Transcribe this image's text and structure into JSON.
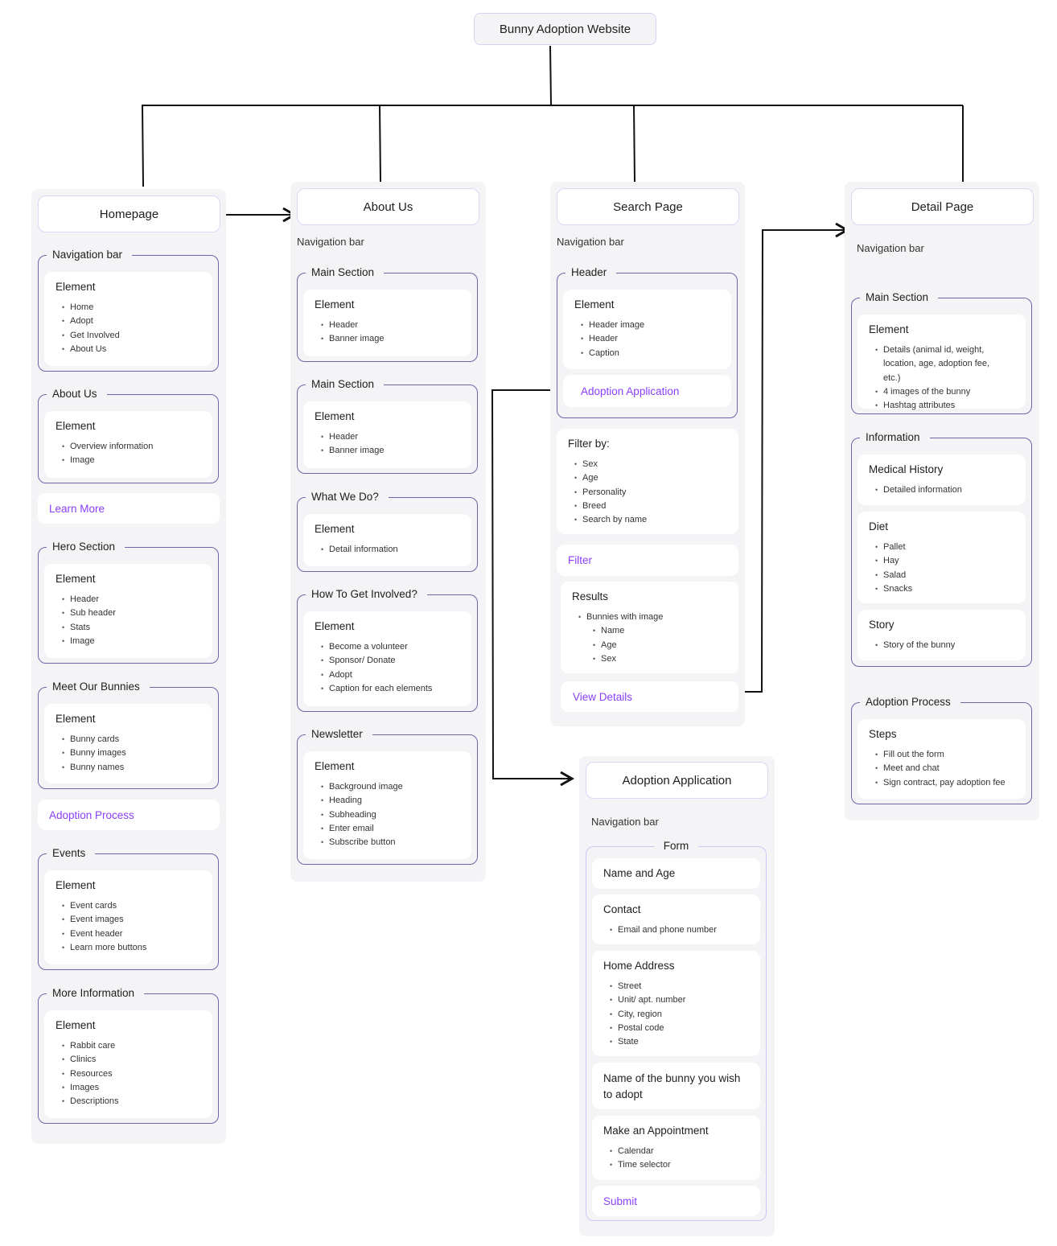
{
  "root": {
    "title": "Bunny Adoption Website"
  },
  "homepage": {
    "title": "Homepage",
    "sections": [
      {
        "label": "Navigation bar",
        "heading": "Element",
        "items": [
          "Home",
          "Adopt",
          "Get Involved",
          "About Us"
        ]
      },
      {
        "label": "About Us",
        "heading": "Element",
        "items": [
          "Overview information",
          "Image"
        ]
      },
      {
        "label": "Hero Section",
        "heading": "Element",
        "items": [
          "Header",
          "Sub header",
          "Stats",
          "Image"
        ]
      },
      {
        "label": "Meet Our Bunnies",
        "heading": "Element",
        "items": [
          "Bunny cards",
          "Bunny images",
          "Bunny names"
        ]
      },
      {
        "label": "Events",
        "heading": "Element",
        "items": [
          "Event cards",
          "Event images",
          "Event header",
          "Learn more buttons"
        ]
      },
      {
        "label": "More Information",
        "heading": "Element",
        "items": [
          "Rabbit care",
          "Clinics",
          "Resources",
          "Images",
          "Descriptions"
        ]
      }
    ],
    "links": {
      "learn_more": "Learn More",
      "adoption_process": "Adoption Process"
    }
  },
  "about": {
    "title": "About Us",
    "nav": "Navigation bar",
    "sections": [
      {
        "label": "Main Section",
        "heading": "Element",
        "items": [
          "Header",
          "Banner image"
        ]
      },
      {
        "label": "Main Section",
        "heading": "Element",
        "items": [
          "Header",
          "Banner image"
        ]
      },
      {
        "label": "What We Do?",
        "heading": "Element",
        "items": [
          "Detail information"
        ]
      },
      {
        "label": "How To Get Involved?",
        "heading": "Element",
        "items": [
          "Become a volunteer",
          "Sponsor/ Donate",
          "Adopt",
          "Caption for each elements"
        ]
      },
      {
        "label": "Newsletter",
        "heading": "Element",
        "items": [
          "Background image",
          "Heading",
          "Subheading",
          "Enter email",
          "Subscribe button"
        ]
      }
    ]
  },
  "search": {
    "title": "Search Page",
    "nav": "Navigation bar",
    "header": {
      "label": "Header",
      "heading": "Element",
      "items": [
        "Header image",
        "Header",
        "Caption"
      ],
      "link": "Adoption Application"
    },
    "filter": {
      "heading": "Filter by:",
      "items": [
        "Sex",
        "Age",
        "Personality",
        "Breed",
        "Search by name"
      ],
      "link": "Filter"
    },
    "results": {
      "heading": "Results",
      "items": [
        "Bunnies with image"
      ],
      "subitems": [
        "Name",
        "Age",
        "Sex"
      ],
      "link": "View Details"
    }
  },
  "detail": {
    "title": "Detail Page",
    "nav": "Navigation bar",
    "main": {
      "label": "Main Section",
      "heading": "Element",
      "items": [
        "Details (animal id, weight, location, age, adoption fee, etc.)",
        "4 images of the bunny",
        "Hashtag attributes"
      ]
    },
    "information": {
      "label": "Information",
      "cards": [
        {
          "heading": "Medical History",
          "items": [
            "Detailed information"
          ]
        },
        {
          "heading": "Diet",
          "items": [
            "Pallet",
            "Hay",
            "Salad",
            "Snacks"
          ]
        },
        {
          "heading": "Story",
          "items": [
            "Story of the bunny"
          ]
        }
      ]
    },
    "process": {
      "label": "Adoption Process",
      "heading": "Steps",
      "items": [
        "Fill out the form",
        "Meet and chat",
        "Sign contract, pay adoption fee"
      ]
    }
  },
  "application": {
    "title": "Adoption Application",
    "nav": "Navigation bar",
    "form": {
      "label": "Form",
      "cards": [
        {
          "heading": "Name and Age",
          "items": []
        },
        {
          "heading": "Contact",
          "items": [
            "Email and phone number"
          ]
        },
        {
          "heading": "Home Address",
          "items": [
            "Street",
            "Unit/ apt. number",
            "City, region",
            "Postal code",
            "State"
          ]
        },
        {
          "heading": "Name of the bunny you wish to adopt",
          "items": []
        },
        {
          "heading": "Make an Appointment",
          "items": [
            "Calendar",
            "Time selector"
          ]
        }
      ],
      "submit": "Submit"
    }
  },
  "colors": {
    "panel": "#f4f4f6",
    "section_border": "#6f64a8",
    "link": "#8a3ffc",
    "title_border": "#dcd6f7"
  }
}
